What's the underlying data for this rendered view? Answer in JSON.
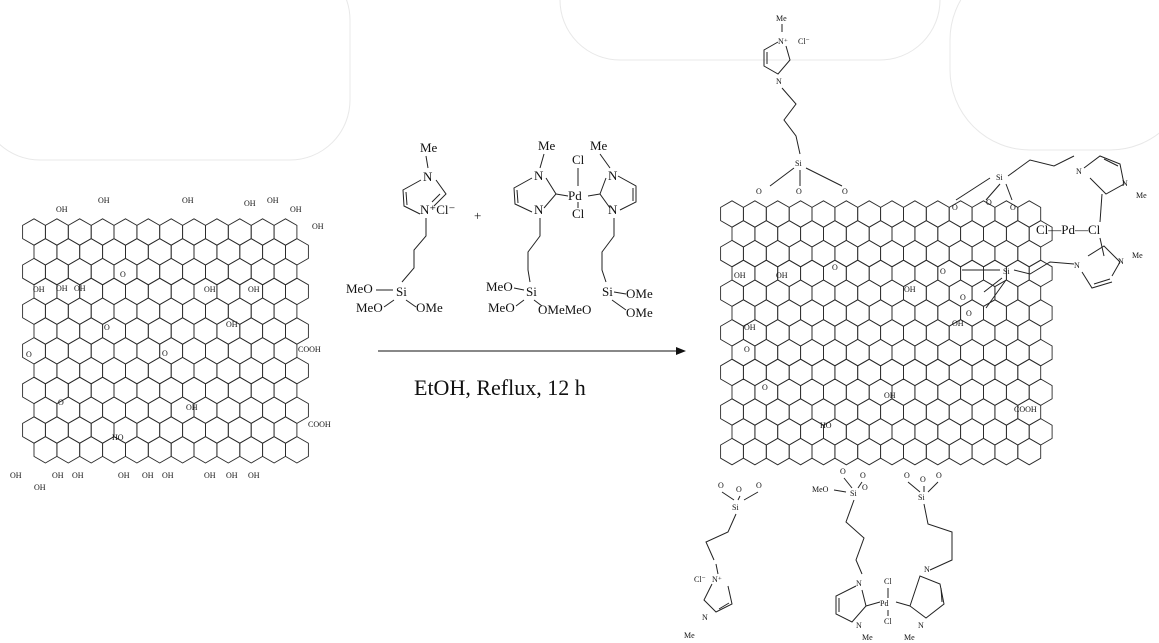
{
  "reaction": {
    "condition": "EtOH, Reflux, 12 h",
    "plus_sign": "+"
  },
  "labels": {
    "oh": "OH",
    "o": "O",
    "cooh": "COOH",
    "me": "Me",
    "meo": "MeO",
    "ome": "OMe",
    "si": "Si",
    "pd": "Pd",
    "cl": "Cl",
    "cl_minus": "Cl⁻",
    "n": "N",
    "n_plus": "N⁺",
    "n_plus_cl": "N⁺Cl⁻",
    "ho": "HO",
    "meo_si": "MeO—Si",
    "omemeo": "OMeMeO",
    "cl_pd_cl": "Cl—Pd—Cl"
  },
  "colors": {
    "ink": "#111111",
    "background": "#ffffff"
  }
}
